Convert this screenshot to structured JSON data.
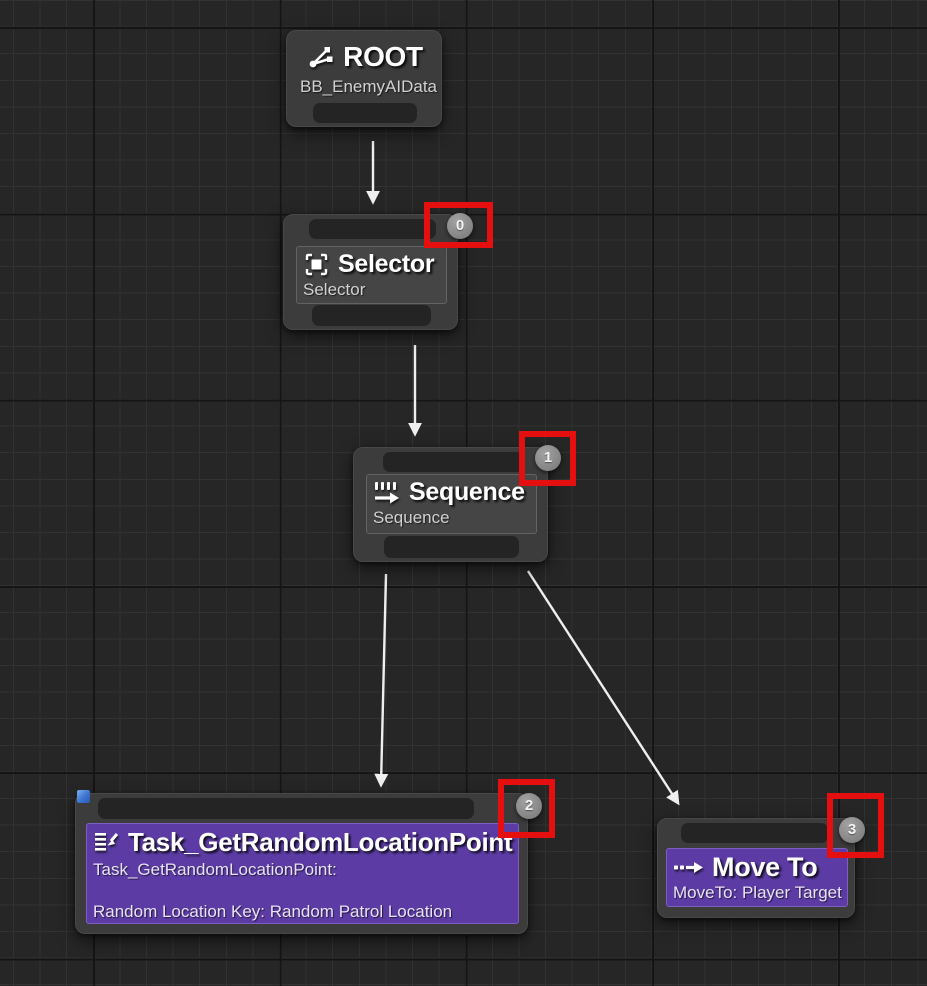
{
  "view": "behavior-tree-graph",
  "colors": {
    "background": "#262626",
    "grid_minor": "#323232",
    "grid_major": "#151515",
    "node_body": "#3c3c3c",
    "pin_bar": "#242424",
    "composite_panel": "#454545",
    "task_panel": "#5c3ca4",
    "badge": "#818181",
    "highlight_red": "#e60f0f",
    "wire": "#efefef",
    "task_blueprint_icon_blue": "#3d74cf"
  },
  "nodes": {
    "root": {
      "title": "ROOT",
      "subtitle": "BB_EnemyAIData",
      "icon": "root-graph-icon"
    },
    "selector": {
      "title": "Selector",
      "subtitle": "Selector",
      "order_badge": "0",
      "icon": "selector-icon"
    },
    "sequence": {
      "title": "Sequence",
      "subtitle": "Sequence",
      "order_badge": "1",
      "icon": "sequence-icon"
    },
    "task_get_random_location": {
      "title": "Task_GetRandomLocationPoint",
      "subtitle": "Task_GetRandomLocationPoint:",
      "detail": "Random Location Key: Random Patrol Location",
      "order_badge": "2",
      "icon": "task-list-icon"
    },
    "move_to": {
      "title": "Move To",
      "subtitle": "MoveTo: Player Target",
      "order_badge": "3",
      "icon": "move-to-icon"
    }
  }
}
